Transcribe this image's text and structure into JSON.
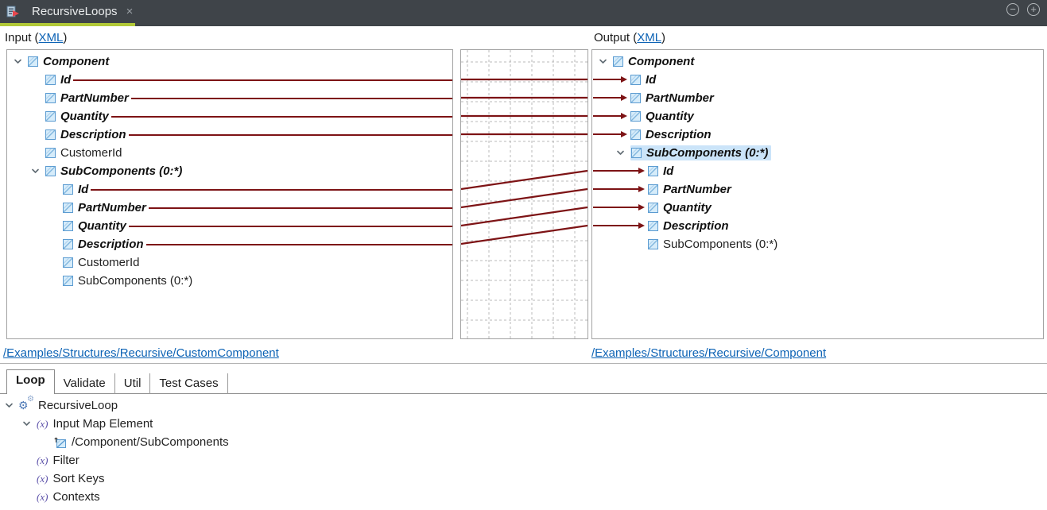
{
  "colors": {
    "mapping_line": "#7d1315",
    "selection_highlight": "#cbe4f9",
    "link_blue": "#0d63b5",
    "tab_underline_green": "#b2c937",
    "tabbar_bg": "#3f4449",
    "element_icon_blue": "#5b9bd1"
  },
  "window": {
    "tab_title": "RecursiveLoops",
    "close_glyph": "×",
    "minimize_glyph": "−",
    "maximize_glyph": "+"
  },
  "input_header": {
    "prefix": "Input (",
    "link": "XML",
    "suffix": ")"
  },
  "output_header": {
    "prefix": "Output (",
    "link": "XML",
    "suffix": ")"
  },
  "input_path_link": "/Examples/Structures/Recursive/CustomComponent",
  "output_path_link": "/Examples/Structures/Recursive/Component",
  "input_tree": [
    {
      "label": "Component",
      "level": 0,
      "mapped": true,
      "chevron": true,
      "line": false
    },
    {
      "label": "Id",
      "level": 1,
      "mapped": true,
      "chevron": false,
      "line": true
    },
    {
      "label": "PartNumber",
      "level": 1,
      "mapped": true,
      "chevron": false,
      "line": true
    },
    {
      "label": "Quantity",
      "level": 1,
      "mapped": true,
      "chevron": false,
      "line": true
    },
    {
      "label": "Description",
      "level": 1,
      "mapped": true,
      "chevron": false,
      "line": true
    },
    {
      "label": "CustomerId",
      "level": 1,
      "mapped": false,
      "chevron": false,
      "line": false
    },
    {
      "label": "SubComponents (0:*)",
      "level": 1,
      "mapped": true,
      "chevron": true,
      "line": false
    },
    {
      "label": "Id",
      "level": 2,
      "mapped": true,
      "chevron": false,
      "line": true
    },
    {
      "label": "PartNumber",
      "level": 2,
      "mapped": true,
      "chevron": false,
      "line": true
    },
    {
      "label": "Quantity",
      "level": 2,
      "mapped": true,
      "chevron": false,
      "line": true
    },
    {
      "label": "Description",
      "level": 2,
      "mapped": true,
      "chevron": false,
      "line": true
    },
    {
      "label": "CustomerId",
      "level": 2,
      "mapped": false,
      "chevron": false,
      "line": false
    },
    {
      "label": "SubComponents (0:*)",
      "level": 2,
      "mapped": false,
      "chevron": false,
      "line": false
    }
  ],
  "output_tree": [
    {
      "label": "Component",
      "level": 0,
      "mapped": true,
      "chevron": true,
      "arrow": false,
      "selected": false
    },
    {
      "label": "Id",
      "level": 1,
      "mapped": true,
      "chevron": false,
      "arrow": true,
      "selected": false
    },
    {
      "label": "PartNumber",
      "level": 1,
      "mapped": true,
      "chevron": false,
      "arrow": true,
      "selected": false
    },
    {
      "label": "Quantity",
      "level": 1,
      "mapped": true,
      "chevron": false,
      "arrow": true,
      "selected": false
    },
    {
      "label": "Description",
      "level": 1,
      "mapped": true,
      "chevron": false,
      "arrow": true,
      "selected": false
    },
    {
      "label": "SubComponents (0:*)",
      "level": 1,
      "mapped": true,
      "chevron": true,
      "arrow": false,
      "selected": true
    },
    {
      "label": "Id",
      "level": 2,
      "mapped": true,
      "chevron": false,
      "arrow": true,
      "selected": false
    },
    {
      "label": "PartNumber",
      "level": 2,
      "mapped": true,
      "chevron": false,
      "arrow": true,
      "selected": false
    },
    {
      "label": "Quantity",
      "level": 2,
      "mapped": true,
      "chevron": false,
      "arrow": true,
      "selected": false
    },
    {
      "label": "Description",
      "level": 2,
      "mapped": true,
      "chevron": false,
      "arrow": true,
      "selected": false
    },
    {
      "label": "SubComponents (0:*)",
      "level": 2,
      "mapped": false,
      "chevron": false,
      "arrow": false,
      "selected": false
    }
  ],
  "mapping": {
    "connections": [
      {
        "from": "/Component/Id",
        "to": "/Component/Id",
        "from_row": 1,
        "to_row": 1
      },
      {
        "from": "/Component/PartNumber",
        "to": "/Component/PartNumber",
        "from_row": 2,
        "to_row": 2
      },
      {
        "from": "/Component/Quantity",
        "to": "/Component/Quantity",
        "from_row": 3,
        "to_row": 3
      },
      {
        "from": "/Component/Description",
        "to": "/Component/Description",
        "from_row": 4,
        "to_row": 4
      },
      {
        "from": "/Component/SubComponents/Id",
        "to": "/Component/SubComponents/Id",
        "from_row": 7,
        "to_row": 6
      },
      {
        "from": "/Component/SubComponents/PartNumber",
        "to": "/Component/SubComponents/PartNumber",
        "from_row": 8,
        "to_row": 7
      },
      {
        "from": "/Component/SubComponents/Quantity",
        "to": "/Component/SubComponents/Quantity",
        "from_row": 9,
        "to_row": 8
      },
      {
        "from": "/Component/SubComponents/Description",
        "to": "/Component/SubComponents/Description",
        "from_row": 10,
        "to_row": 9
      }
    ]
  },
  "bottom": {
    "tabs": [
      {
        "label": "Loop",
        "active": true
      },
      {
        "label": "Validate",
        "active": false
      },
      {
        "label": "Util",
        "active": false
      },
      {
        "label": "Test Cases",
        "active": false
      }
    ],
    "fx_glyph": "(x)",
    "tree": [
      {
        "label": "RecursiveLoop",
        "level": 0,
        "chevron": true,
        "icon": "gears"
      },
      {
        "label": "Input Map Element",
        "level": 1,
        "chevron": true,
        "icon": "fx"
      },
      {
        "label": "/Component/SubComponents",
        "level": 2,
        "chevron": false,
        "icon": "mapped"
      },
      {
        "label": "Filter",
        "level": 1,
        "chevron": false,
        "icon": "fx"
      },
      {
        "label": "Sort Keys",
        "level": 1,
        "chevron": false,
        "icon": "fx"
      },
      {
        "label": "Contexts",
        "level": 1,
        "chevron": false,
        "icon": "fx"
      }
    ]
  }
}
